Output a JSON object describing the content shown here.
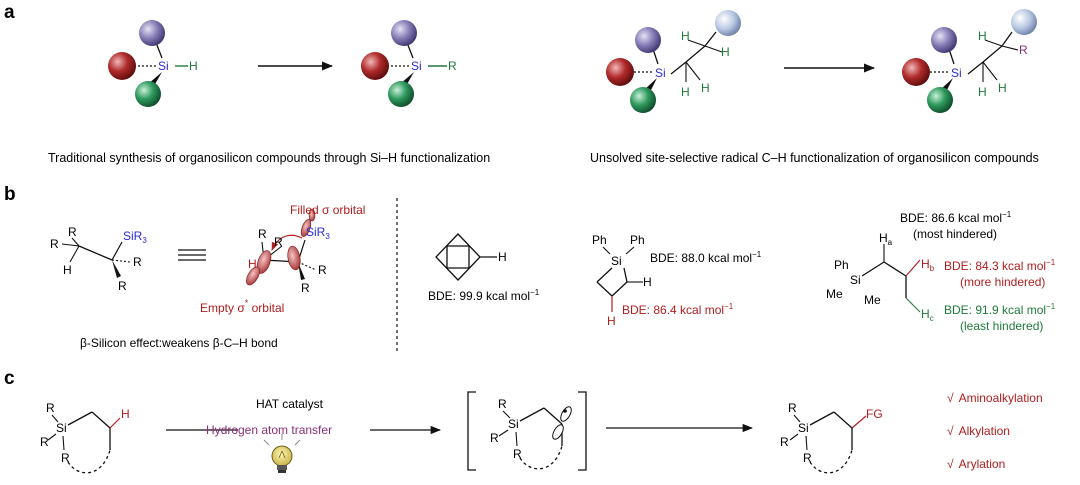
{
  "panels": {
    "a": "a",
    "b": "b",
    "c": "c"
  },
  "atoms": {
    "si": "Si",
    "h": "H",
    "r": "R",
    "r3": "R",
    "sir3": "SiR",
    "sub3": "3",
    "ph": "Ph",
    "me": "Me",
    "fg": "FG"
  },
  "panel_a": {
    "caption_left": "Traditional synthesis of organosilicon compounds through Si–H functionalization",
    "caption_right": "Unsolved site-selective radical C–H functionalization of organosilicon compounds"
  },
  "panel_b": {
    "filled_orbital": "Filled σ orbital",
    "empty_orbital_prefix": "Empty σ",
    "empty_orbital_star": "*",
    "empty_orbital_suffix": " orbital",
    "beta_effect": "β-Silicon effect:weakens β-C–H bond",
    "cyclobutane_bde": "BDE: 99.9 kcal mol",
    "silacyclobutane_bde_top": "BDE: 88.0 kcal mol",
    "silacyclobutane_bde_bottom": "BDE: 86.4 kcal mol",
    "bde_a": "BDE: 86.6 kcal mol",
    "note_a": "(most hindered)",
    "bde_b": "BDE: 84.3 kcal mol",
    "note_b": "(more hindered)",
    "bde_c": "BDE: 91.9 kcal mol",
    "note_c": "(least hindered)",
    "sup": "−1",
    "sub_a": "a",
    "sub_b": "b",
    "sub_c": "c"
  },
  "panel_c": {
    "hat_catalyst": "HAT catalyst",
    "hat_process": "Hydrogen atom transfer",
    "check": "√",
    "outcomes": [
      "Aminoalkylation",
      "Alkylation",
      "Arylation"
    ]
  },
  "colors": {
    "red": "#b01e1e",
    "green": "#1f7a3a",
    "purple": "#8b2f7a",
    "blue": "#2b2bd8"
  }
}
